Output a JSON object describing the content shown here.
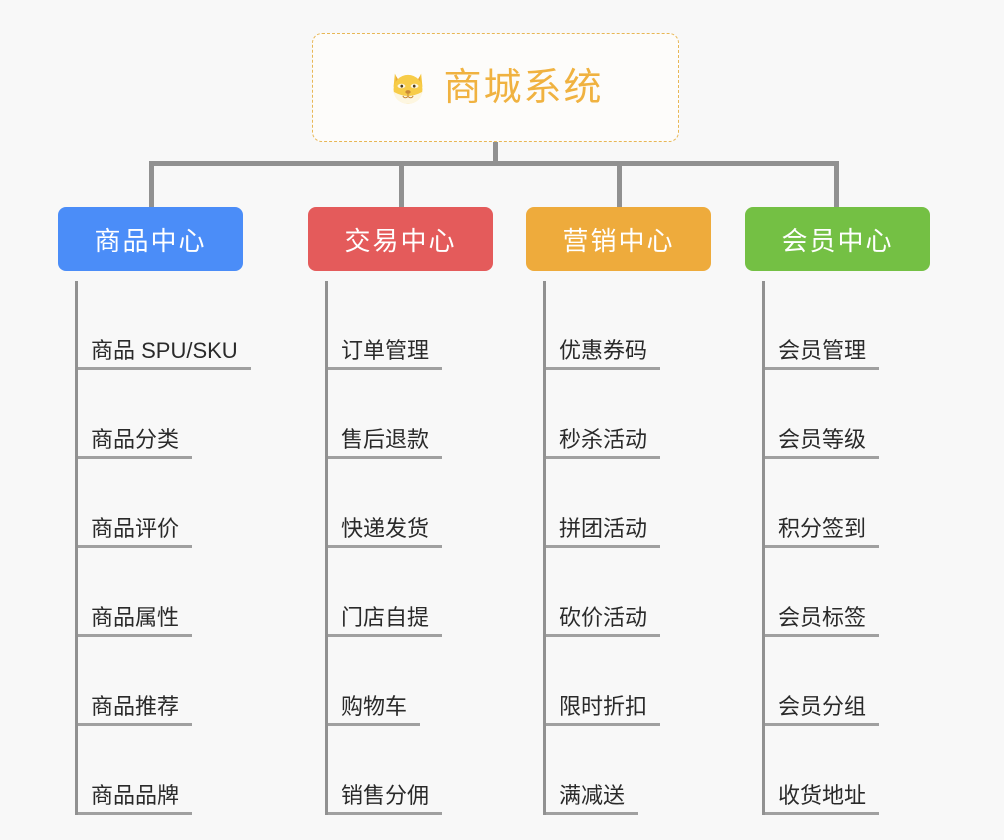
{
  "root": {
    "icon": "shiba-dog-face-icon",
    "title": "商城系统",
    "border_color": "#e8b755",
    "text_color": "#f0b240"
  },
  "canvas": {
    "background": "#f8f8f8",
    "connector_color": "#919191",
    "leaf_rule_color": "#a0a0a0",
    "leaf_text_color": "#2a2a2a"
  },
  "categories": [
    {
      "label": "商品中心",
      "color": "#4b8df8",
      "items": [
        "商品 SPU/SKU",
        "商品分类",
        "商品评价",
        "商品属性",
        "商品推荐",
        "商品品牌"
      ]
    },
    {
      "label": "交易中心",
      "color": "#e45b5b",
      "items": [
        "订单管理",
        "售后退款",
        "快递发货",
        "门店自提",
        "购物车",
        "销售分佣"
      ]
    },
    {
      "label": "营销中心",
      "color": "#eeab3c",
      "items": [
        "优惠券码",
        "秒杀活动",
        "拼团活动",
        "砍价活动",
        "限时折扣",
        "满减送"
      ]
    },
    {
      "label": "会员中心",
      "color": "#74c044",
      "items": [
        "会员管理",
        "会员等级",
        "积分签到",
        "会员标签",
        "会员分组",
        "收货地址"
      ]
    }
  ]
}
